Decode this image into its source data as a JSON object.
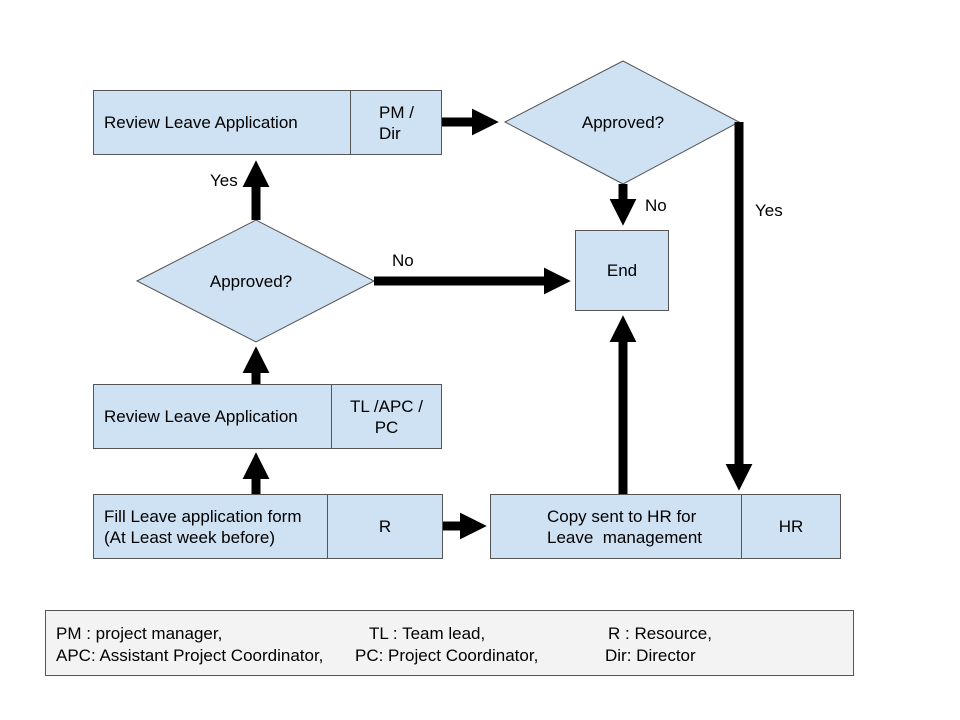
{
  "nodes": {
    "review_pm": {
      "text": "Review Leave Application",
      "role": "PM /\nDir"
    },
    "approved_top": {
      "text": "Approved?"
    },
    "end": {
      "text": "End"
    },
    "approved_mid": {
      "text": "Approved?"
    },
    "review_tl": {
      "text": "Review Leave Application",
      "role": "TL /APC /\nPC"
    },
    "fill_form": {
      "text": "Fill Leave application form\n(At Least week before)",
      "role": "R"
    },
    "copy_hr": {
      "text": "Copy sent to HR for\nLeave  management",
      "role": "HR"
    }
  },
  "edge_labels": {
    "yes_left": "Yes",
    "no_mid": "No",
    "no_top": "No",
    "yes_right": "Yes"
  },
  "legend": {
    "pm": "PM : project manager,",
    "tl": "TL : Team lead,",
    "r": "R : Resource,",
    "apc": "APC: Assistant Project Coordinator,",
    "pc": "PC: Project Coordinator,",
    "dir": "Dir: Director"
  },
  "colors": {
    "node_fill": "#cfe2f3",
    "arrow": "#000000",
    "legend_fill": "#f3f3f3"
  }
}
